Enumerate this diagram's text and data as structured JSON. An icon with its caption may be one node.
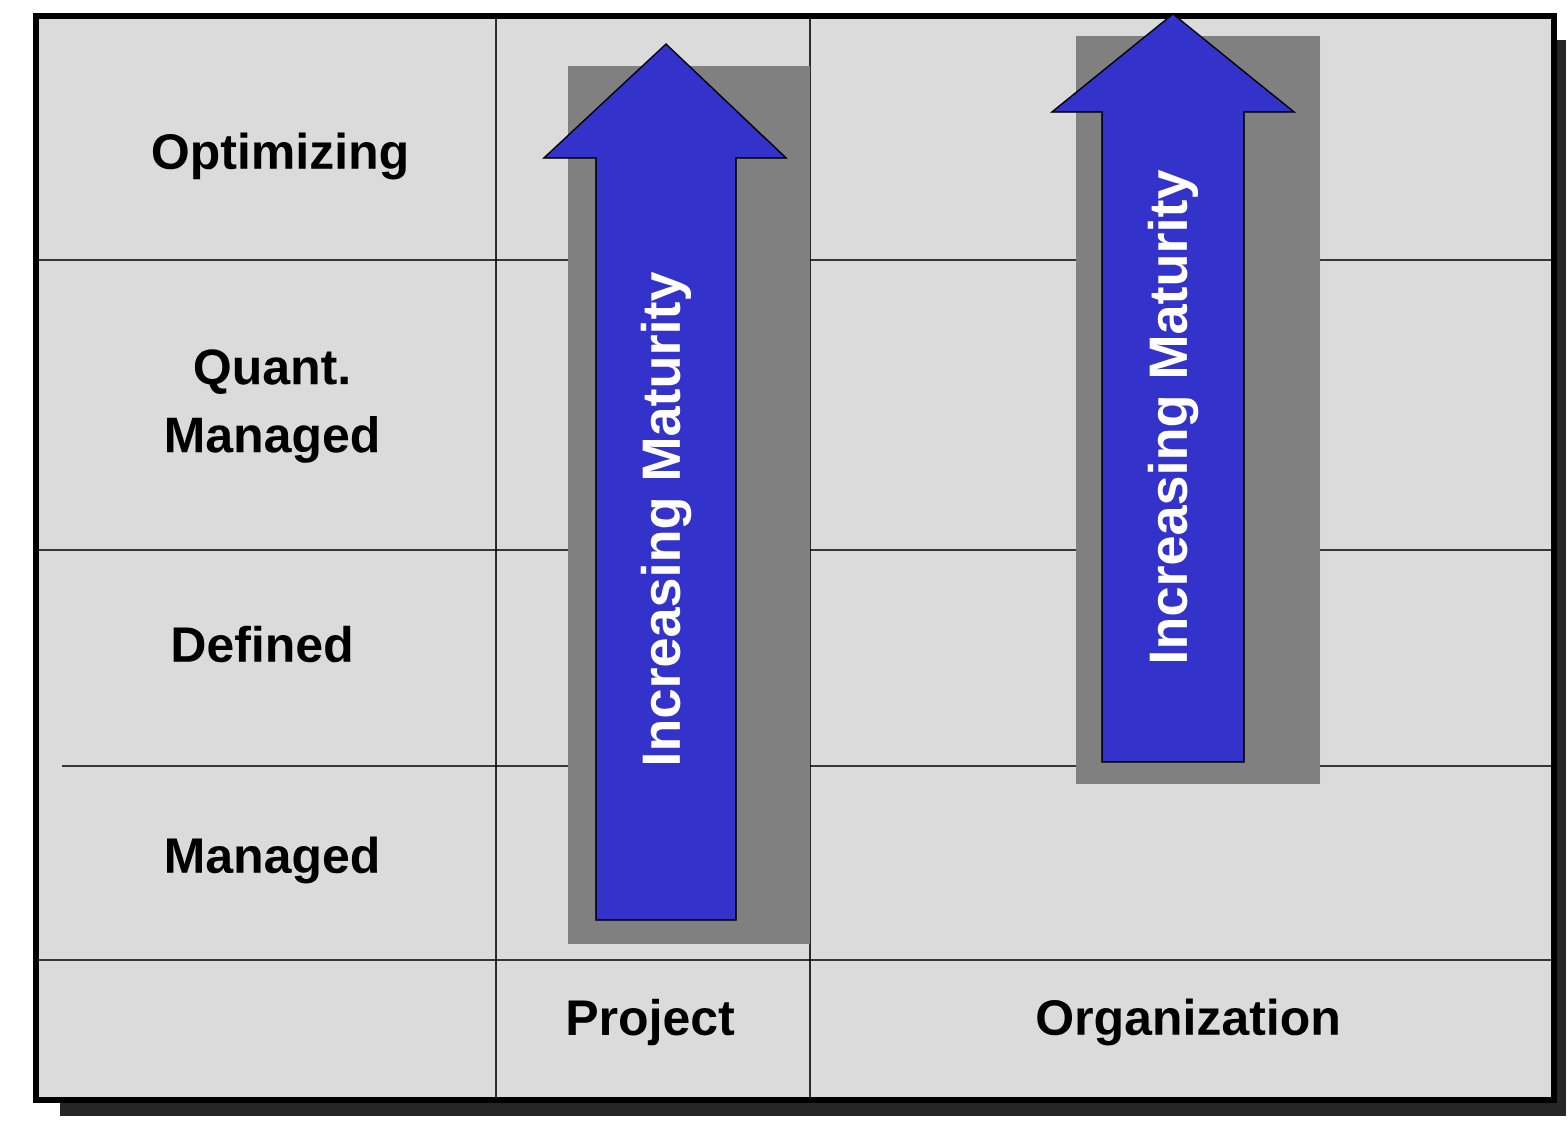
{
  "diagram": {
    "nodes": [
      {
        "text": [
          "Increasing Maturity"
        ]
      },
      {
        "text": [
          "Increasing Maturity"
        ]
      }
    ],
    "labels": [
      "Optimizing",
      "Quant. Managed",
      "Defined",
      "Managed",
      "Project",
      "Organization"
    ]
  }
}
